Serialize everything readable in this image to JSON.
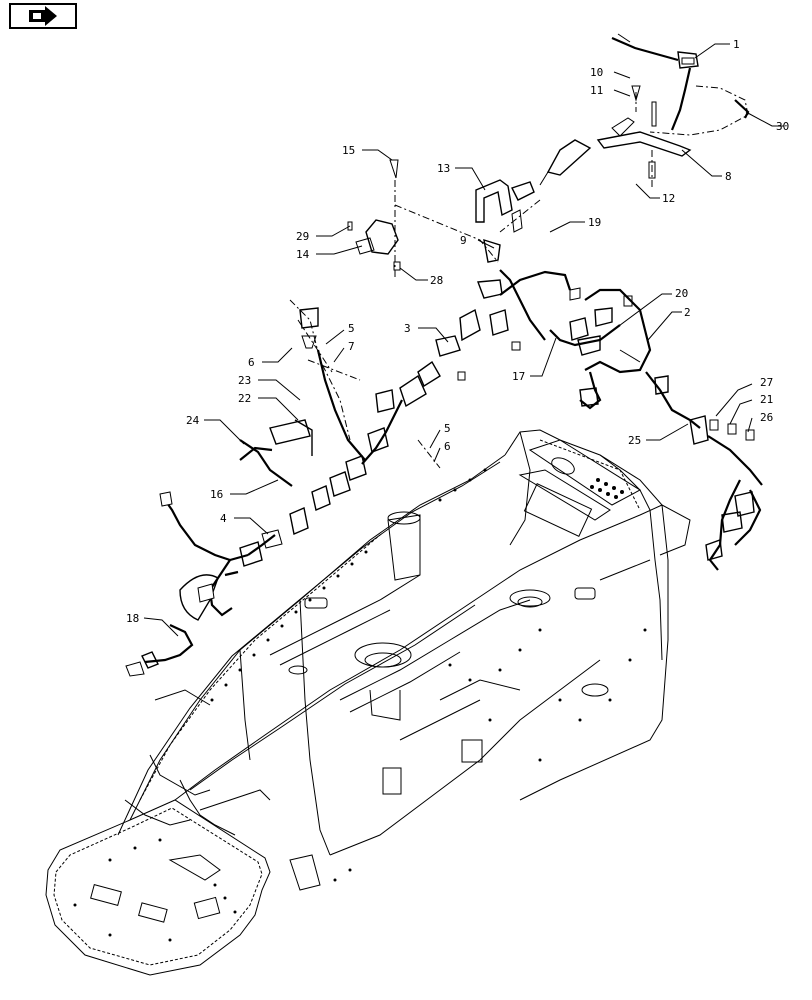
{
  "nav": {
    "icon": "next-page-arrow-icon"
  },
  "callouts": [
    {
      "id": "c1",
      "label": "1"
    },
    {
      "id": "c2",
      "label": "2"
    },
    {
      "id": "c3",
      "label": "3"
    },
    {
      "id": "c4",
      "label": "4"
    },
    {
      "id": "c5a",
      "label": "5"
    },
    {
      "id": "c5b",
      "label": "5"
    },
    {
      "id": "c6a",
      "label": "6"
    },
    {
      "id": "c6b",
      "label": "6"
    },
    {
      "id": "c7",
      "label": "7"
    },
    {
      "id": "c8",
      "label": "8"
    },
    {
      "id": "c9",
      "label": "9"
    },
    {
      "id": "c10",
      "label": "10"
    },
    {
      "id": "c11",
      "label": "11"
    },
    {
      "id": "c12",
      "label": "12"
    },
    {
      "id": "c13",
      "label": "13"
    },
    {
      "id": "c14",
      "label": "14"
    },
    {
      "id": "c15",
      "label": "15"
    },
    {
      "id": "c16",
      "label": "16"
    },
    {
      "id": "c17",
      "label": "17"
    },
    {
      "id": "c18",
      "label": "18"
    },
    {
      "id": "c19",
      "label": "19"
    },
    {
      "id": "c20",
      "label": "20"
    },
    {
      "id": "c21",
      "label": "21"
    },
    {
      "id": "c22",
      "label": "22"
    },
    {
      "id": "c23",
      "label": "23"
    },
    {
      "id": "c24",
      "label": "24"
    },
    {
      "id": "c25",
      "label": "25"
    },
    {
      "id": "c26",
      "label": "26"
    },
    {
      "id": "c27",
      "label": "27"
    },
    {
      "id": "c28",
      "label": "28"
    },
    {
      "id": "c29",
      "label": "29"
    },
    {
      "id": "c30",
      "label": "30"
    }
  ]
}
